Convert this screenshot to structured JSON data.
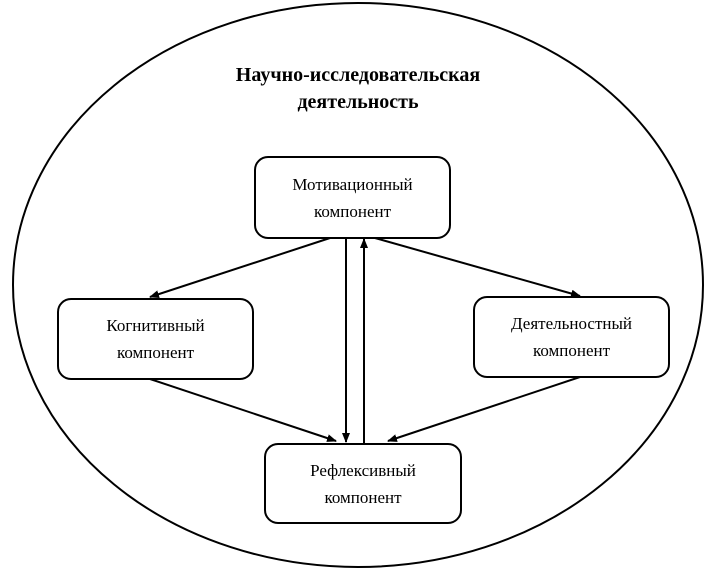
{
  "title": {
    "line1": "Научно-исследовательская",
    "line2": "деятельность"
  },
  "nodes": {
    "motivational": {
      "line1": "Мотивационный",
      "line2": "компонент"
    },
    "cognitive": {
      "line1": "Когнитивный",
      "line2": "компонент"
    },
    "activity": {
      "line1": "Деятельностный",
      "line2": "компонент"
    },
    "reflexive": {
      "line1": "Рефлексивный",
      "line2": "компонент"
    }
  }
}
